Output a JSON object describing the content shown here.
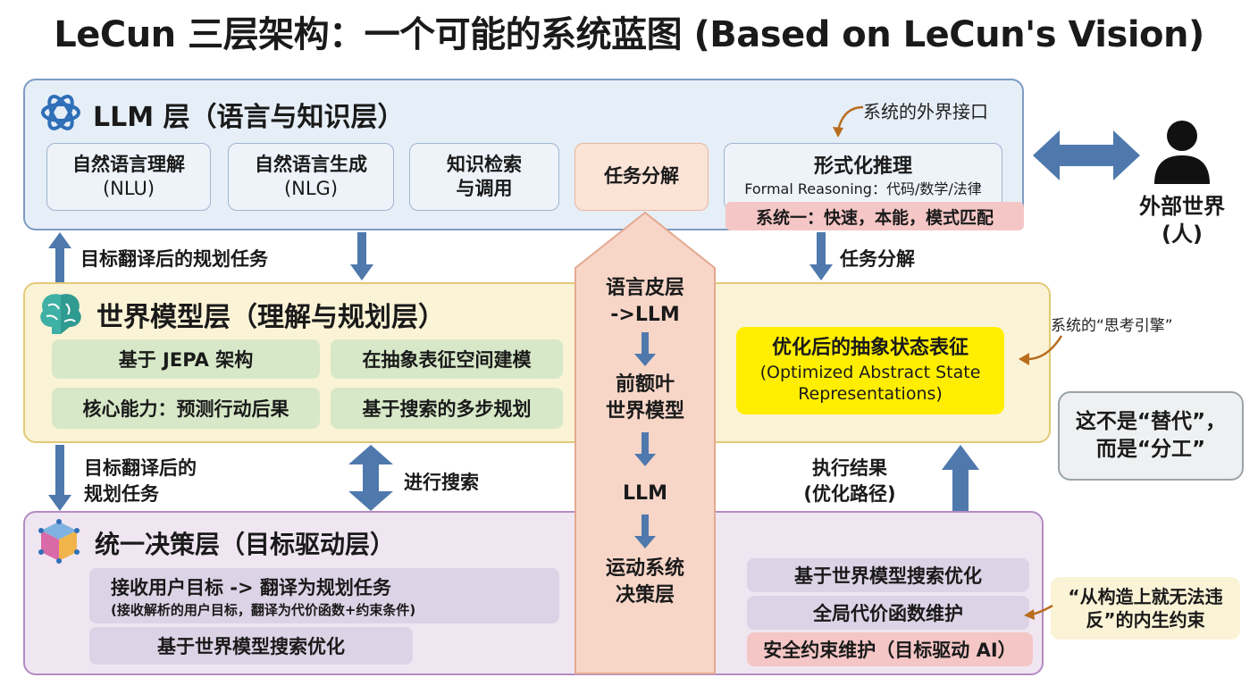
{
  "title": "LeCun 三层架构：一个可能的系统蓝图 (Based on LeCun's Vision)",
  "llm_layer": {
    "title": "LLM 层（语言与知识层）",
    "interface_note": "系统的外界接口",
    "boxes": [
      {
        "line1": "自然语言理解",
        "line2": "(NLU)"
      },
      {
        "line1": "自然语言生成",
        "line2": "(NLG)"
      },
      {
        "line1": "知识检索",
        "line2": "与调用"
      },
      {
        "line1": "任务分解",
        "line2": ""
      }
    ],
    "formal": {
      "title": "形式化推理",
      "subtitle": "Formal Reasoning：代码/数学/法律"
    },
    "system_one": "系统一：快速，本能，模式匹配"
  },
  "external": {
    "line1": "外部世界",
    "line2": "(人)"
  },
  "arrows": {
    "goal_up": "目标翻译后的规划任务",
    "task_decompose": "任务分解",
    "goal_down_line1": "目标翻译后的",
    "goal_down_line2": "规划任务",
    "search": "进行搜索",
    "exec_line1": "执行结果",
    "exec_line2": "(优化路径)"
  },
  "world_model_layer": {
    "title": "世界模型层（理解与规划层）",
    "boxes": [
      "基于 JEPA 架构",
      "在抽象表征空间建模",
      "核心能力：预测行动后果",
      "基于搜索的多步规划"
    ],
    "highlight_line1": "优化后的抽象状态表征",
    "highlight_line2": "(Optimized Abstract State",
    "highlight_line3": "Representations)",
    "engine_note": "系统的“思考引擎”"
  },
  "center_column": {
    "item1_line1": "语言皮层",
    "item1_line2": "->LLM",
    "item2_line1": "前额叶",
    "item2_line2": "世界模型",
    "item3": "LLM",
    "item4_line1": "运动系统",
    "item4_line2": "决策层"
  },
  "callouts": {
    "division_line1": "这不是“替代”，",
    "division_line2": "而是“分工”",
    "constraint_line1": "“从构造上就无法违",
    "constraint_line2": "反”的内生约束"
  },
  "decision_layer": {
    "title": "统一决策层（目标驱动层）",
    "receive_main": "接收用户目标 -> 翻译为规划任务",
    "receive_sub": "(接收解析的用户目标，翻译为代价函数+约束条件)",
    "left_search": "基于世界模型搜索优化",
    "right_boxes": [
      "基于世界模型搜索优化",
      "全局代价函数维护",
      "安全约束维护（目标驱动 AI）"
    ]
  },
  "colors": {
    "llm_bg": "#e6eef7",
    "wm_bg": "#fbf3d6",
    "dec_bg": "#efe6f2",
    "arrow_blue": "#4f79ad",
    "center_pink": "#f7d6c8",
    "highlight_yellow": "#ffee00"
  },
  "icons": [
    "openai-logo-icon",
    "brain-icon",
    "cube-icon",
    "person-icon"
  ]
}
